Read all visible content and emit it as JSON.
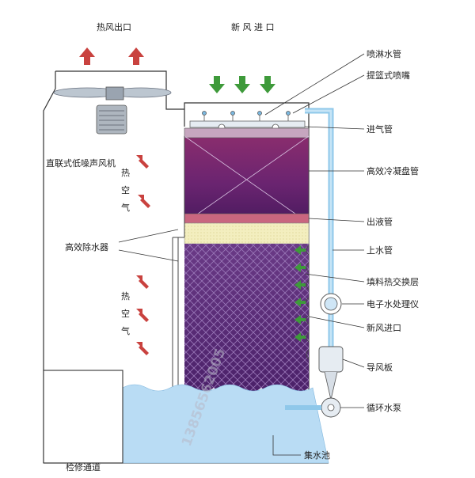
{
  "diagram": {
    "top_left_label": "热风出口",
    "top_right_label": "新 风 进 口",
    "fan_label": "直联式低噪声风机",
    "hot_air_label_upper": [
      "热",
      "空",
      "气"
    ],
    "hot_air_label_lower": [
      "热",
      "空",
      "气"
    ],
    "eliminator_label": "高效除水器",
    "access_label": "检修通道",
    "callouts": [
      "喷淋水管",
      "提篮式喷嘴",
      "进气管",
      "高效冷凝盘管",
      "出液管",
      "上水管",
      "填料热交换层",
      "电子水处理仪",
      "新风进口",
      "导风板",
      "循环水泵",
      "集水池"
    ],
    "watermark": "13856562005",
    "colors": {
      "hot_arrow": "#c9423f",
      "fresh_arrow": "#3e9a3a",
      "coil_top": "#8a2d6e",
      "coil_bottom": "#4a1a5e",
      "fill_media": "#5a2a7a",
      "water": "#b9dcf4",
      "pipe": "#8fc8ea",
      "eliminator": "#f3eebf"
    }
  }
}
